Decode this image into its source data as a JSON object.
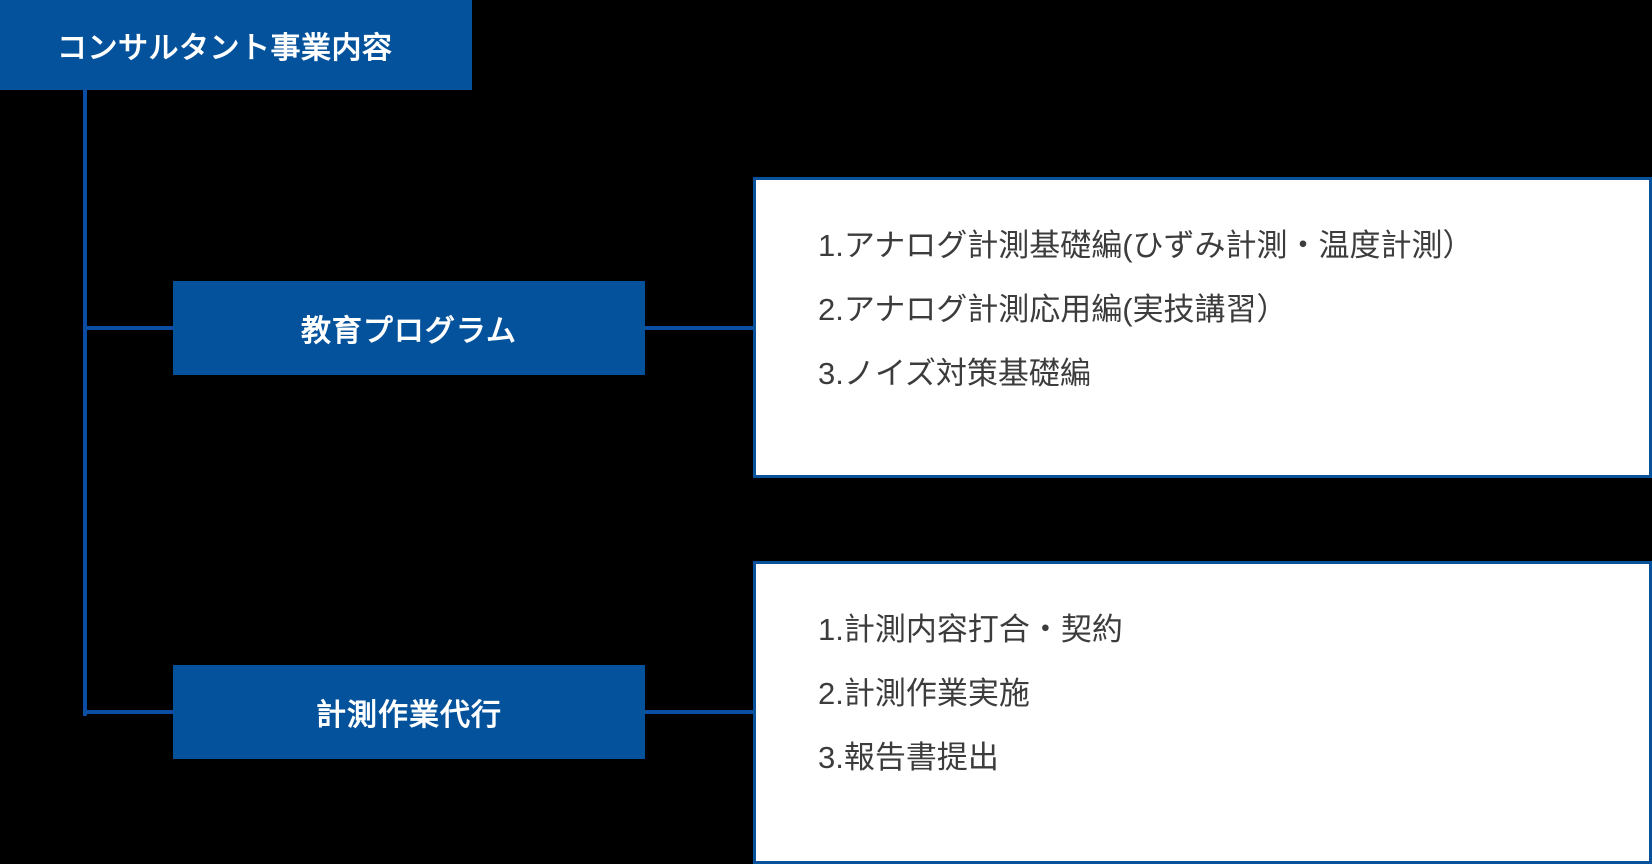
{
  "diagram": {
    "root": {
      "label": "コンサルタント事業内容"
    },
    "branches": [
      {
        "label": "教育プログラム",
        "items": [
          "1.アナログ計測基礎編(ひずみ計測・温度計測）",
          "2.アナログ計測応用編(実技講習）",
          "3.ノイズ対策基礎編"
        ]
      },
      {
        "label": "計測作業代行",
        "items": [
          "1.計測内容打合・契約",
          "2.計測作業実施",
          "3.報告書提出"
        ]
      }
    ],
    "colors": {
      "background": "#000000",
      "box_fill": "#04529b",
      "box_text": "#ffffff",
      "connector": "#0a4da2",
      "panel_fill": "#ffffff",
      "panel_border": "#08529b",
      "panel_text": "#3c3c3c"
    }
  }
}
